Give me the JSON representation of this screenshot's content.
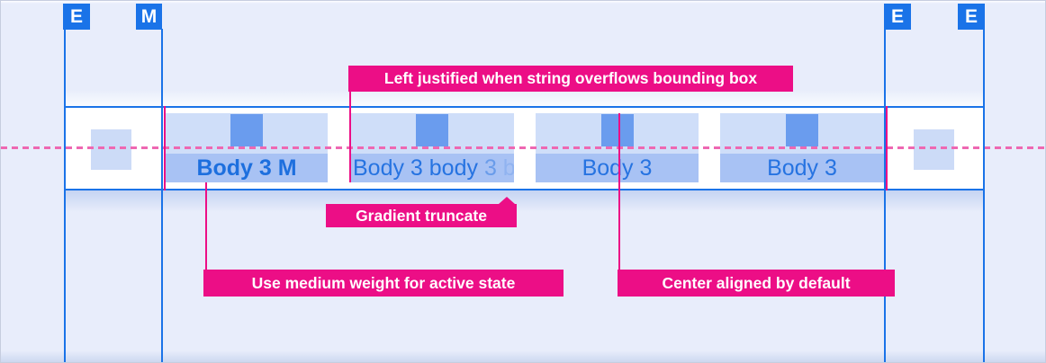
{
  "markers": [
    {
      "label": "E"
    },
    {
      "label": "M"
    },
    {
      "label": "E"
    },
    {
      "label": "E"
    }
  ],
  "tab_bar": {
    "tabs": [
      {
        "label": "Body 3 M",
        "state": "active",
        "align": "center",
        "weight": "medium"
      },
      {
        "state": "inactive",
        "align": "left",
        "truncation": "gradient",
        "segments": [
          {
            "text": "Body 3 body"
          },
          {
            "text": " 3"
          },
          {
            "text": " b"
          }
        ]
      },
      {
        "label": "Body 3",
        "state": "inactive",
        "align": "center"
      },
      {
        "label": "Body 3",
        "state": "inactive",
        "align": "center"
      }
    ]
  },
  "annotations": [
    {
      "id": "left-justified",
      "text": "Left justified when string overflows bounding box"
    },
    {
      "id": "gradient-truncate",
      "text": "Gradient truncate"
    },
    {
      "id": "medium-weight",
      "text": "Use medium weight for active state"
    },
    {
      "id": "center-aligned",
      "text": "Center aligned by default"
    }
  ],
  "colors": {
    "guide_blue": "#1a73e8",
    "annotation_pink": "#ec0e86",
    "baseline_dash_pink": "#ee68b2",
    "tab_icon_area_bg": "#cfdef9",
    "tab_label_bg": "#a8c2f4",
    "tab_icon_blue": "#6a9cee",
    "tab_text_blue": "#2673e1",
    "canvas_background": "#e8edfb"
  }
}
